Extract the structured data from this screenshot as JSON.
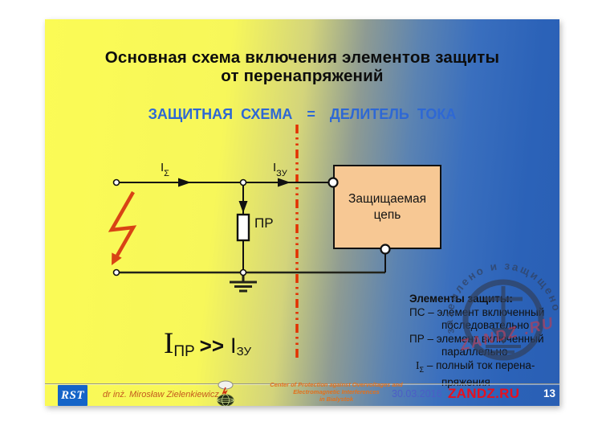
{
  "slide": {
    "title_line1": "Основная схема включения элементов защиты",
    "title_line2": "от перенапряжений",
    "subtitle_left": "ЗАЩИТНАЯ СХЕМА",
    "subtitle_eq": "=",
    "subtitle_right": "ДЕЛИТЕЛЬ ТОКА"
  },
  "diagram": {
    "current_in_base": "I",
    "current_in_sub": "Σ",
    "current_out_base": "I",
    "current_out_sub": "ЗУ",
    "resistor_label": "ПР",
    "protected_box_line1": "Защищаемая",
    "protected_box_line2": "цепь"
  },
  "formula": {
    "lhs_base": "I",
    "lhs_sub": "ПР",
    "operator": ">>",
    "rhs_base": "I",
    "rhs_sub": "ЗУ"
  },
  "notes": {
    "heading": "Элементы защиты:",
    "line1": "ПС – элемент включенный",
    "line1_cont": "последовательно",
    "line2": "ПР – элемент включенный",
    "line2_cont": "параллельно",
    "line3_base": "I",
    "line3_sub": "Σ",
    "line3_text": " – полный ток перена-",
    "line3_cont": "пряжения"
  },
  "stamp": {
    "arc_text": "заземлено и защищено",
    "brand": "ZANDZ .RU"
  },
  "footer": {
    "logo_text": "RST",
    "author": "dr inż. Mirosław Zielenkiewicz",
    "center_line1": "Center of Protection against Overvoltages and",
    "center_line2": "Electromagnetic Interferences",
    "center_line3": "in Bialystok",
    "date": "30.03.2016",
    "brand": "ZANDZ.RU",
    "page": "13"
  },
  "colors": {
    "slide_yellow": "#FBFB55",
    "slide_blue": "#2A5FB4",
    "subtitle_blue": "#2E68D4",
    "divider_red": "#E33000",
    "box_fill": "#F7C894",
    "lightning_red": "#D84315",
    "stamp_navy": "#31415F",
    "stamp_red": "#C63A4A",
    "brand_red": "#E8101E",
    "footer_orange": "#E2711C",
    "date_blue": "#4C5EC6"
  }
}
